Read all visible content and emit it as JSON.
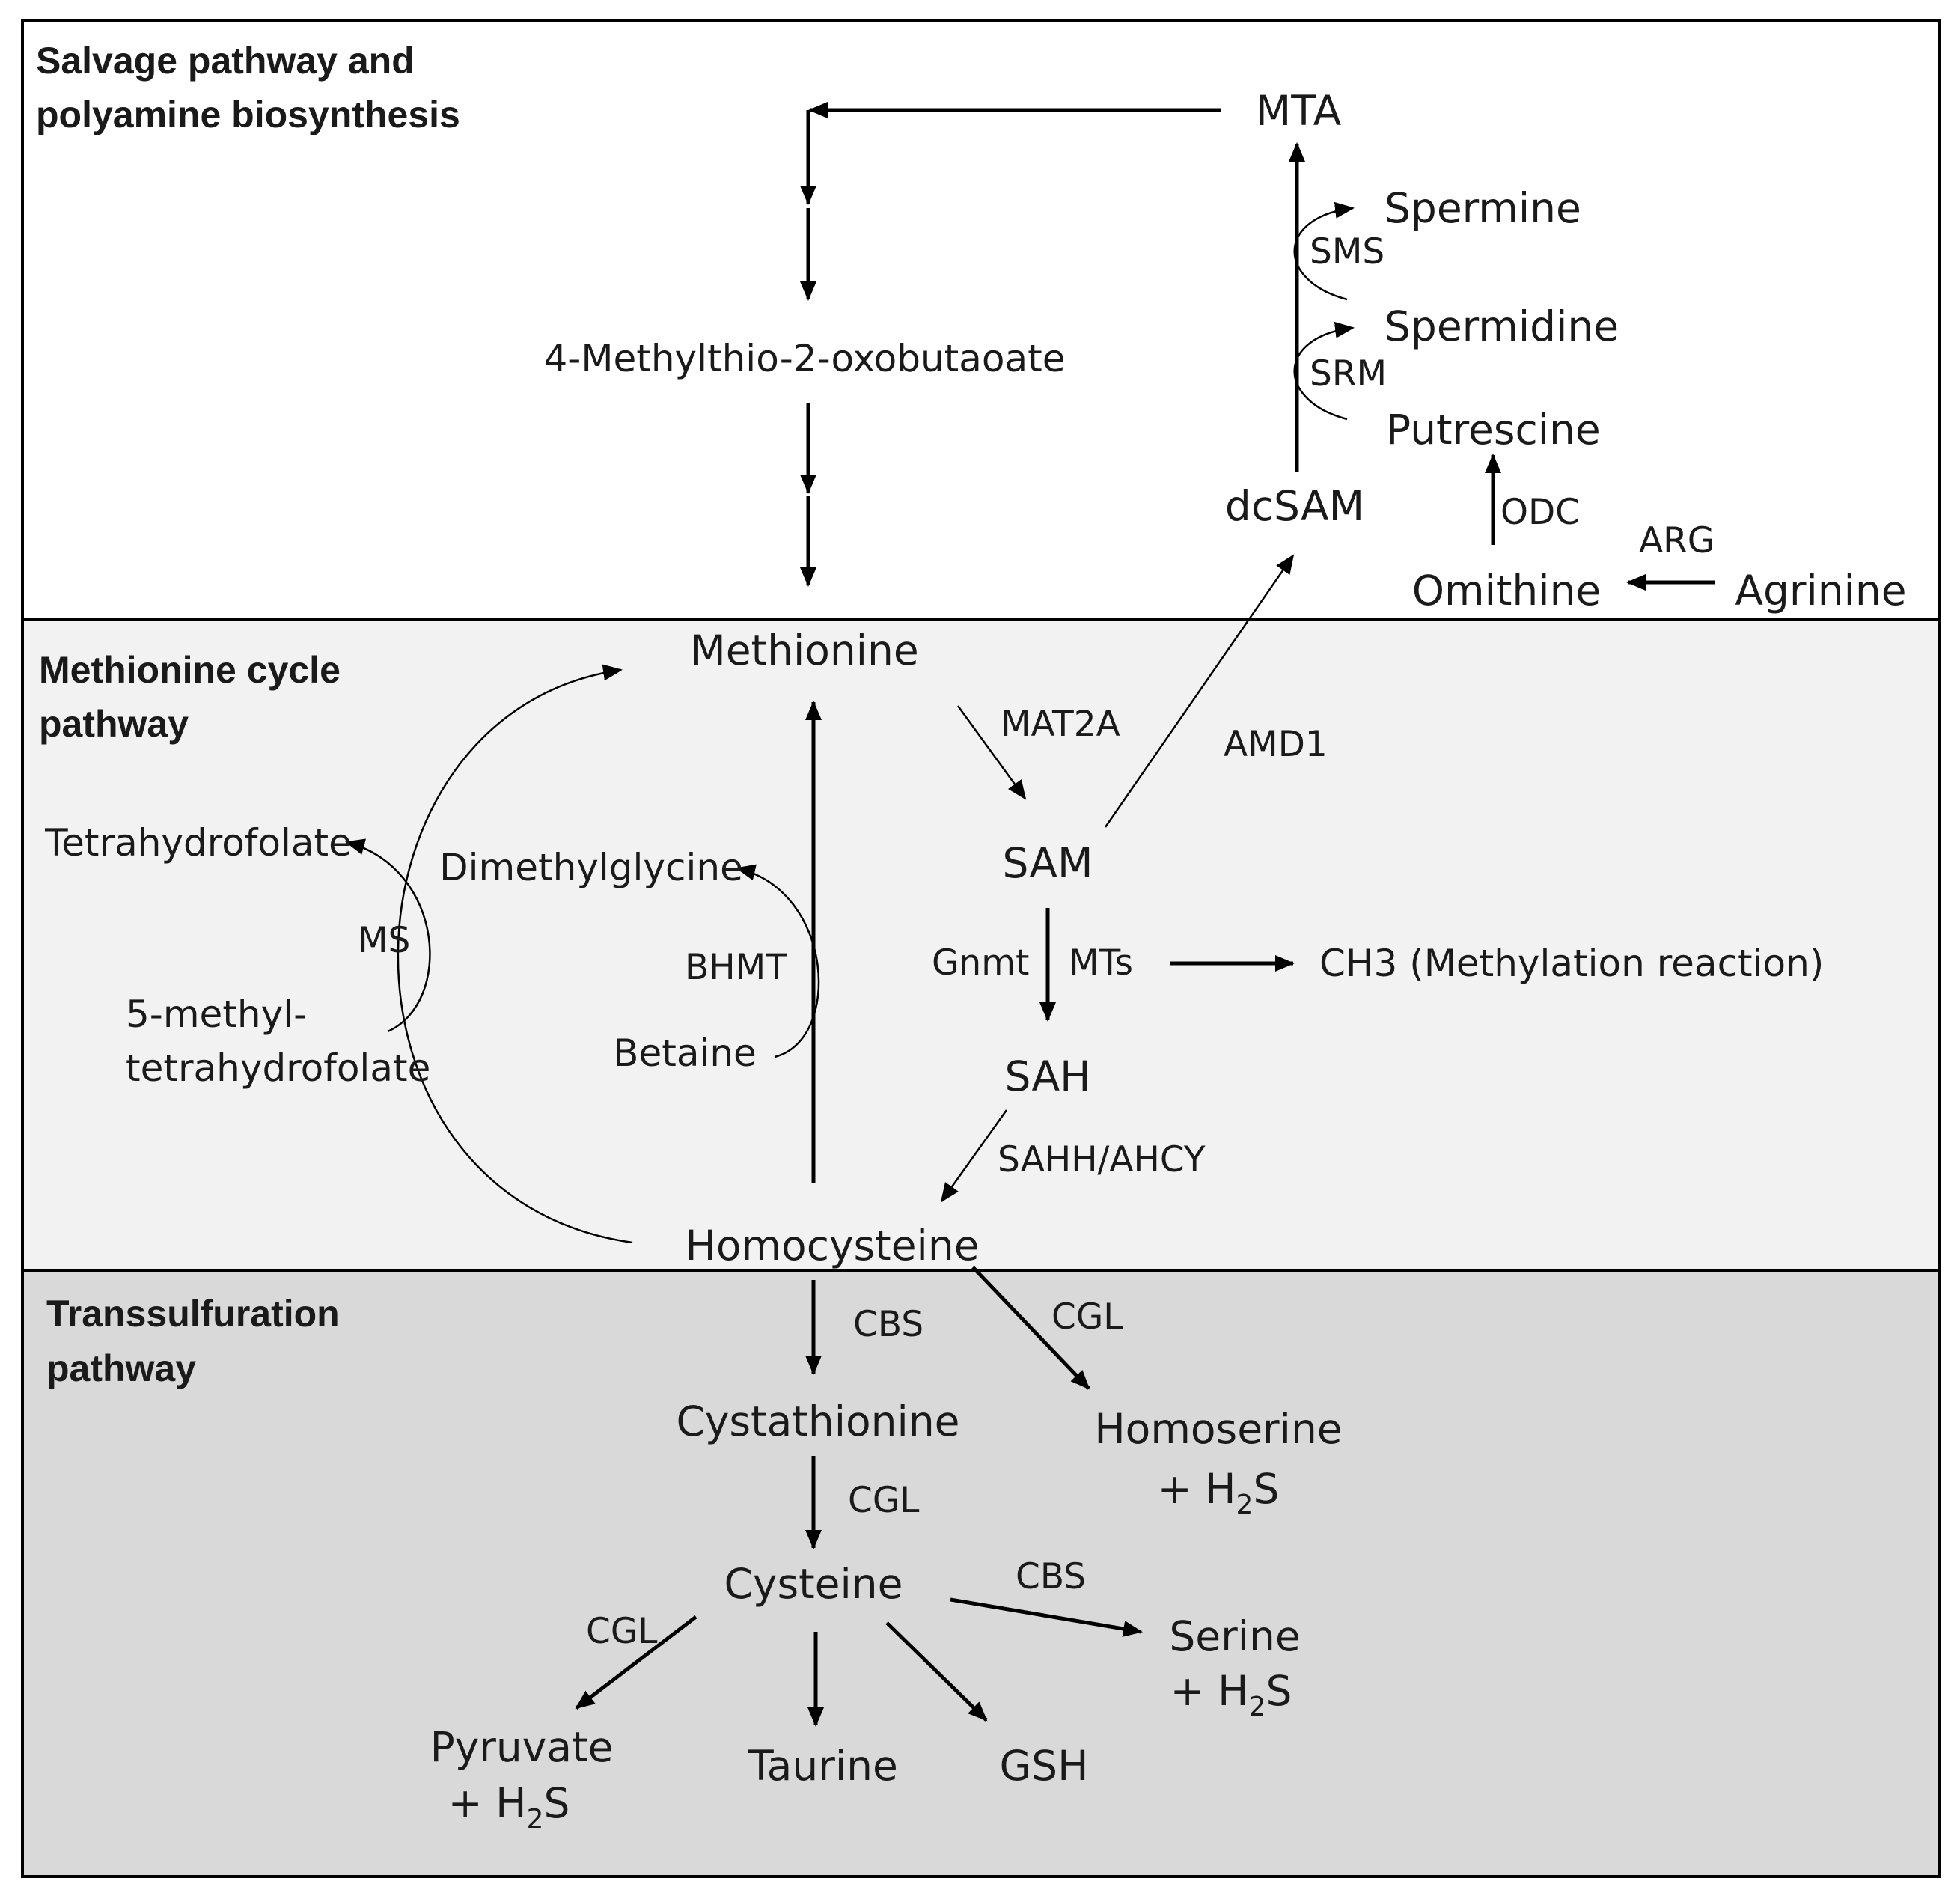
{
  "sections": {
    "salvage": {
      "title_line1": "Salvage pathway and",
      "title_line2": "polyamine biosynthesis",
      "fill": "#ffffff"
    },
    "methionine_cycle": {
      "title_line1": "Methionine cycle",
      "title_line2": "pathway",
      "fill": "#f2f2f2"
    },
    "transsulfuration": {
      "title_line1": "Transsulfuration",
      "title_line2": "pathway",
      "fill": "#d9d9d9"
    }
  },
  "nodes": {
    "mta": "MTA",
    "spermine": "Spermine",
    "spermidine": "Spermidine",
    "putrescine": "Putrescine",
    "dcsam": "dcSAM",
    "omithine": "Omithine",
    "agrinine": "Agrinine",
    "methylthio_oxobutaoate": "4-Methylthio-2-oxobutaoate",
    "methionine": "Methionine",
    "sam": "SAM",
    "sah": "SAH",
    "homocysteine": "Homocysteine",
    "tetrahydrofolate": "Tetrahydrofolate",
    "methyl_thf_line1": "5-methyl-",
    "methyl_thf_line2": "tetrahydrofolate",
    "dimethylglycine": "Dimethylglycine",
    "betaine": "Betaine",
    "ch3": "CH3 (Methylation reaction)",
    "cystathionine": "Cystathionine",
    "homoserine": "Homoserine",
    "homoserine_h2s": {
      "prefix": "+ H",
      "sub": "2",
      "suffix": "S"
    },
    "cysteine": "Cysteine",
    "serine": "Serine",
    "serine_h2s": {
      "prefix": "+ H",
      "sub": "2",
      "suffix": "S"
    },
    "pyruvate": "Pyruvate",
    "pyruvate_h2s": {
      "prefix": "+ H",
      "sub": "2",
      "suffix": "S"
    },
    "taurine": "Taurine",
    "gsh": "GSH"
  },
  "enzymes": {
    "sms": "SMS",
    "srm": "SRM",
    "odc": "ODC",
    "arg": "ARG",
    "mat2a": "MAT2A",
    "amd1": "AMD1",
    "ms": "MS",
    "bhmt": "BHMT",
    "gnmt": "Gnmt",
    "mts": "MTs",
    "sahh_ahcy": "SAHH/AHCY",
    "cbs_homocysteine": "CBS",
    "cgl_homoserine": "CGL",
    "cgl_cystathionine": "CGL",
    "cbs_serine": "CBS",
    "cgl_pyruvate": "CGL"
  }
}
